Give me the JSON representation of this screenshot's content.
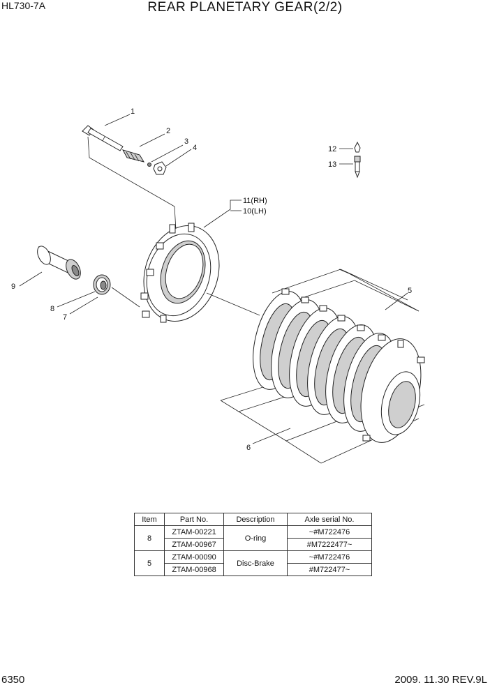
{
  "header": {
    "model": "HL730-7A",
    "title": "REAR PLANETARY GEAR(2/2)"
  },
  "footer": {
    "page": "6350",
    "date_rev": "2009. 11.30  REV.9L"
  },
  "callouts": {
    "c1": "1",
    "c2": "2",
    "c3": "3",
    "c4": "4",
    "c5": "5",
    "c6": "6",
    "c7": "7",
    "c8": "8",
    "c9": "9",
    "c10": "10",
    "c10_suffix": "(LH)",
    "c11": "11",
    "c11_suffix": "(RH)",
    "c12": "12",
    "c13": "13"
  },
  "table": {
    "headers": [
      "Item",
      "Part No.",
      "Description",
      "Axle serial No."
    ],
    "groups": [
      {
        "item": "8",
        "description": "O-ring",
        "rows": [
          {
            "part_no": "ZTAM-00221",
            "serial": "~#M722476"
          },
          {
            "part_no": "ZTAM-00967",
            "serial": "#M7222477~"
          }
        ]
      },
      {
        "item": "5",
        "description": "Disc-Brake",
        "rows": [
          {
            "part_no": "ZTAM-00090",
            "serial": "~#M722476"
          },
          {
            "part_no": "ZTAM-00968",
            "serial": "#M722477~"
          }
        ]
      }
    ]
  }
}
